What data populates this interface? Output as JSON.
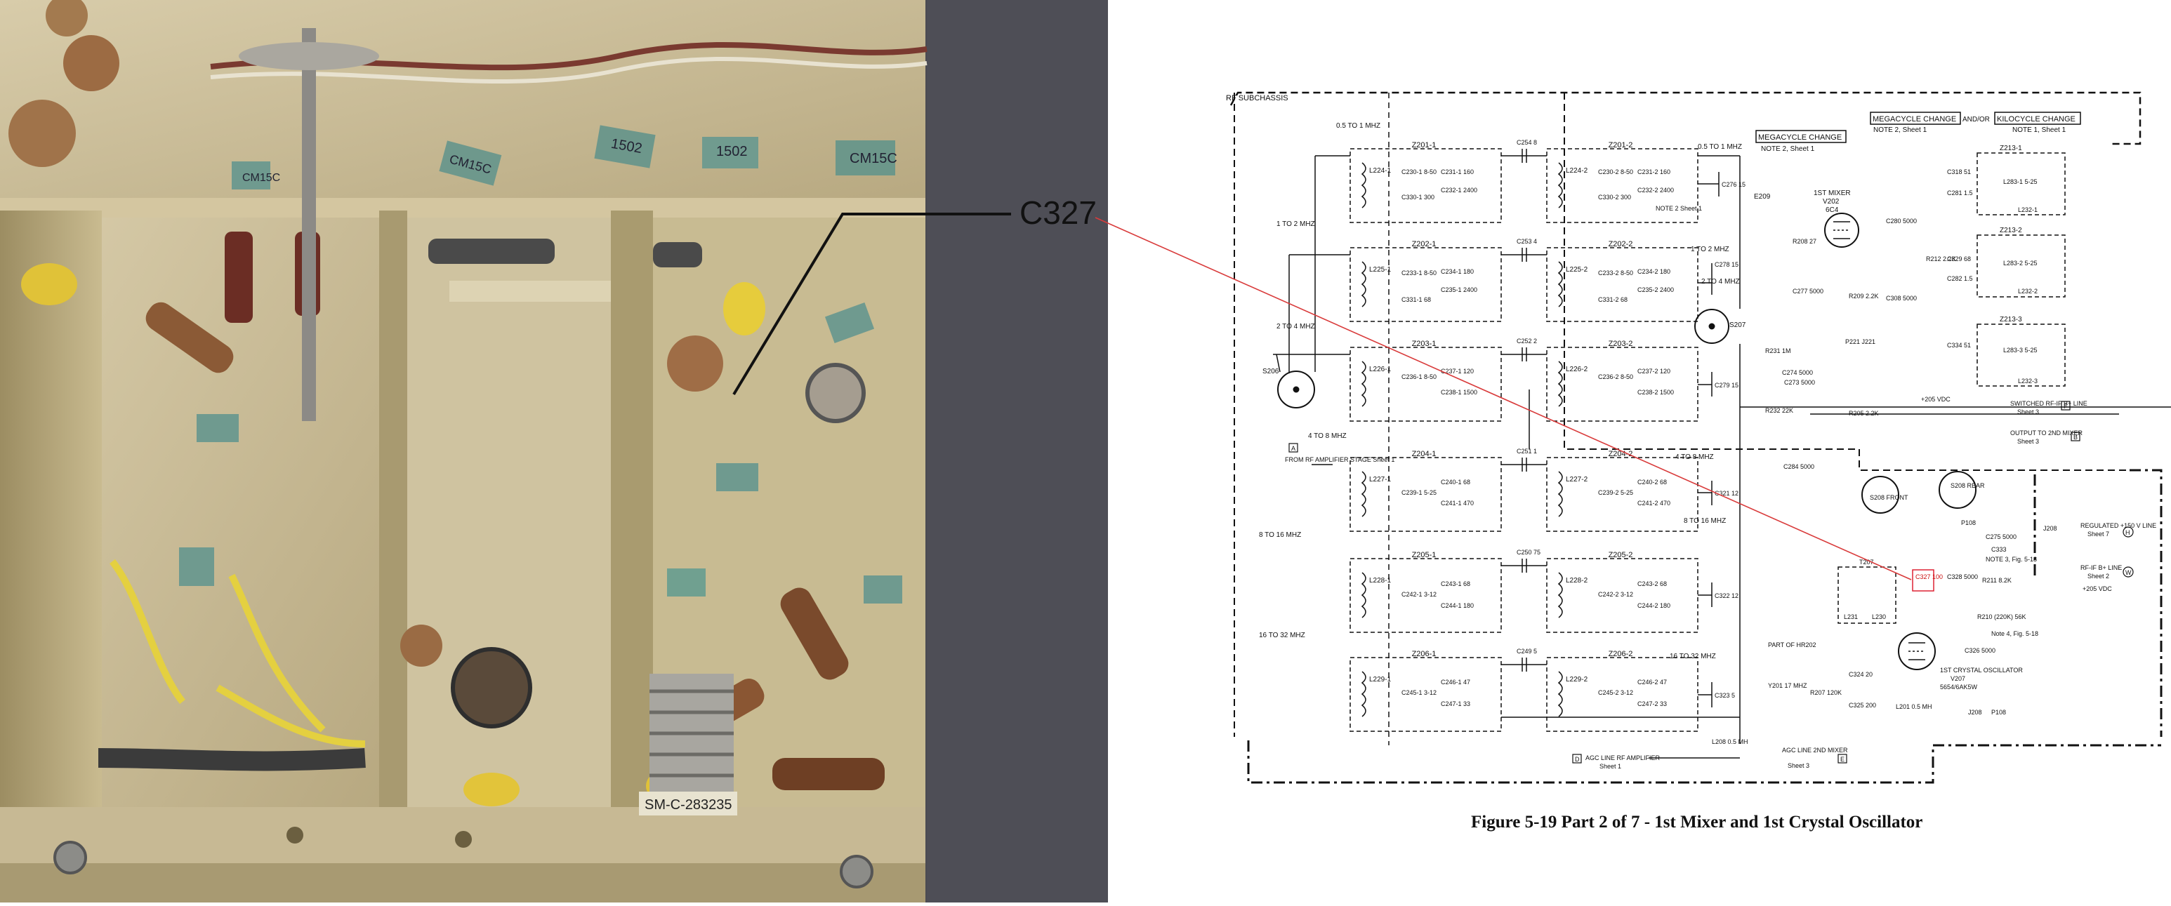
{
  "callout": {
    "label": "C327"
  },
  "photo": {
    "component_marks": [
      "CM15C",
      "CM15C",
      "1502",
      "1502",
      "CM15C",
      "SM-C-283235"
    ]
  },
  "schematic": {
    "caption": "Figure 5-19  Part 2 of 7 - 1st Mixer and 1st Crystal Oscillator",
    "header": {
      "subchassis": "RF SUBCHASSIS",
      "megacycle": "MEGACYCLE CHANGE",
      "megacycle_note": "NOTE 2, Sheet 1",
      "megacycle_top": "MEGACYCLE CHANGE",
      "andor": "AND/OR",
      "kilocycle": "KILOCYCLE CHANGE",
      "top_note_left": "NOTE 2, Sheet 1",
      "top_note_right": "NOTE 1, Sheet 1"
    },
    "bands_left": [
      "0.5 TO 1 MHZ",
      "1 TO 2 MHZ",
      "2 TO 4 MHZ",
      "4 TO 8 MHZ",
      "8 TO 16 MHZ",
      "16 TO 32 MHZ"
    ],
    "bands_right": [
      "0.5 TO 1 MHZ",
      "1 TO 2 MHZ",
      "2 TO 4 MHZ",
      "4 TO 8 MHZ",
      "8 TO 16 MHZ",
      "16 TO 32 MHZ"
    ],
    "modules": {
      "z1": [
        {
          "name": "Z201-1",
          "coil": "L224-1",
          "parts": [
            "C230-1 8-50",
            "C231-1 160",
            "C232-1 2400",
            "C330-1 300"
          ]
        },
        {
          "name": "Z202-1",
          "coil": "L225-1",
          "parts": [
            "C233-1 8-50",
            "C234-1 180",
            "C235-1 2400",
            "C331-1 68"
          ]
        },
        {
          "name": "Z203-1",
          "coil": "L226-1",
          "parts": [
            "C236-1 8-50",
            "C237-1 120",
            "C238-1 1500"
          ]
        },
        {
          "name": "Z204-1",
          "coil": "L227-1",
          "parts": [
            "C239-1 5-25",
            "C240-1 68",
            "C241-1 470"
          ]
        },
        {
          "name": "Z205-1",
          "coil": "L228-1",
          "parts": [
            "C242-1 3-12",
            "C243-1 68",
            "C244-1 180"
          ]
        },
        {
          "name": "Z206-1",
          "coil": "L229-1",
          "parts": [
            "C245-1 3-12",
            "C246-1 47",
            "C247-1 33"
          ]
        }
      ],
      "z2": [
        {
          "name": "Z201-2",
          "coil": "L224-2",
          "parts": [
            "C230-2 8-50",
            "C231-2 160",
            "C232-2 2400",
            "C330-2 300"
          ]
        },
        {
          "name": "Z202-2",
          "coil": "L225-2",
          "parts": [
            "C233-2 8-50",
            "C234-2 180",
            "C235-2 2400",
            "C331-2 68"
          ]
        },
        {
          "name": "Z203-2",
          "coil": "L226-2",
          "parts": [
            "C236-2 8-50",
            "C237-2 120",
            "C238-2 1500"
          ]
        },
        {
          "name": "Z204-2",
          "coil": "L227-2",
          "parts": [
            "C239-2 5-25",
            "C240-2 68",
            "C241-2 470"
          ]
        },
        {
          "name": "Z205-2",
          "coil": "L228-2",
          "parts": [
            "C242-2 3-12",
            "C243-2 68",
            "C244-2 180"
          ]
        },
        {
          "name": "Z206-2",
          "coil": "L229-2",
          "parts": [
            "C245-2 3-12",
            "C246-2 47",
            "C247-2 33"
          ]
        }
      ],
      "z213": [
        {
          "name": "Z213-1",
          "parts": [
            "L283-1 5-25",
            "L232-1"
          ]
        },
        {
          "name": "Z213-2",
          "parts": [
            "L283-2 5-25",
            "L232-2"
          ]
        },
        {
          "name": "Z213-3",
          "parts": [
            "L283-3 5-25",
            "L232-3"
          ]
        }
      ]
    },
    "coupling_caps": [
      "C254 8",
      "C253 4",
      "C252 2",
      "C251 1",
      "C250 75",
      "C249 5"
    ],
    "right_caps": [
      "C276 15",
      "C278 15",
      "C279 15",
      "C321 12",
      "C322 12",
      "C323 5"
    ],
    "labels": {
      "mixer": "1ST MIXER",
      "mixer_v": "V202",
      "mixer_type": "6C4",
      "e209": "E209",
      "r208": "R208 27",
      "r209": "R209 2.2K",
      "c277": "C277 5000",
      "p221": "P221 J221",
      "c280": "C280 5000",
      "r212": "R212 2.2K",
      "c308": "C308 5000",
      "s207": "S207",
      "c274": "C274 5000",
      "r231": "R231 1M",
      "c273": "C273 5000",
      "r232": "R232 22K",
      "c318": "C318 51",
      "c281": "C281 1.5",
      "c329": "C329 68",
      "c282": "C282 1.5",
      "c334": "C334 51",
      "s206": "S206",
      "from_rf": "FROM RF AMPLIFIER STAGE Sheet 1",
      "pin_a": "A",
      "r205": "R205 2.2K",
      "vdc205": "+205 VDC",
      "switched": "SWITCHED RF-IF B+ LINE",
      "switched_sheet": "Sheet 3",
      "pin_f": "F",
      "output": "OUTPUT TO 2ND MIXER",
      "output_sheet": "Sheet 3",
      "pin_b": "B",
      "c284": "C284 5000",
      "s208_front": "S208 FRONT",
      "s208_rear": "S208 REAR",
      "p108": "P108",
      "j208": "J208",
      "regulated": "REGULATED +150 V LINE",
      "regulated_sheet": "Sheet 7",
      "pin_h": "H",
      "c275": "C275 5000",
      "c333": "C333",
      "note3": "NOTE 3, Fig. 5-18",
      "rfif": "RF-IF B+ LINE",
      "rfif_sheet": "Sheet 2",
      "vdc_rfif": "+205 VDC",
      "pin_w": "W",
      "r211": "R211 8.2K",
      "t207": "T207",
      "l231": "L231",
      "l230": "L230",
      "c327": "C327 100",
      "c328": "C328 5000",
      "r210": "R210 (220K) 56K",
      "note4": "Note 4, Fig. 5-18",
      "c326": "C326 5000",
      "part_of": "PART OF HR202",
      "y201": "Y201 17 MHZ",
      "c324": "C324 20",
      "c325": "C325 200",
      "r207": "R207 120K",
      "l201": "L201 0.5 MH",
      "crystal_osc": "1ST CRYSTAL OSCILLATOR",
      "osc_v": "V207",
      "osc_type": "5654/6AK5W",
      "j208b": "J208",
      "p108b": "P108",
      "l208": "L208 0.5 MH",
      "agc_rf": "AGC LINE RF AMPLIFIER",
      "agc_rf_sheet": "Sheet 1",
      "pin_d": "D",
      "agc_mixer": "AGC LINE 2ND MIXER",
      "agc_mixer_sheet": "Sheet 3",
      "pin_e": "E",
      "top_note": "NOTE 2 Sheet 1"
    }
  }
}
